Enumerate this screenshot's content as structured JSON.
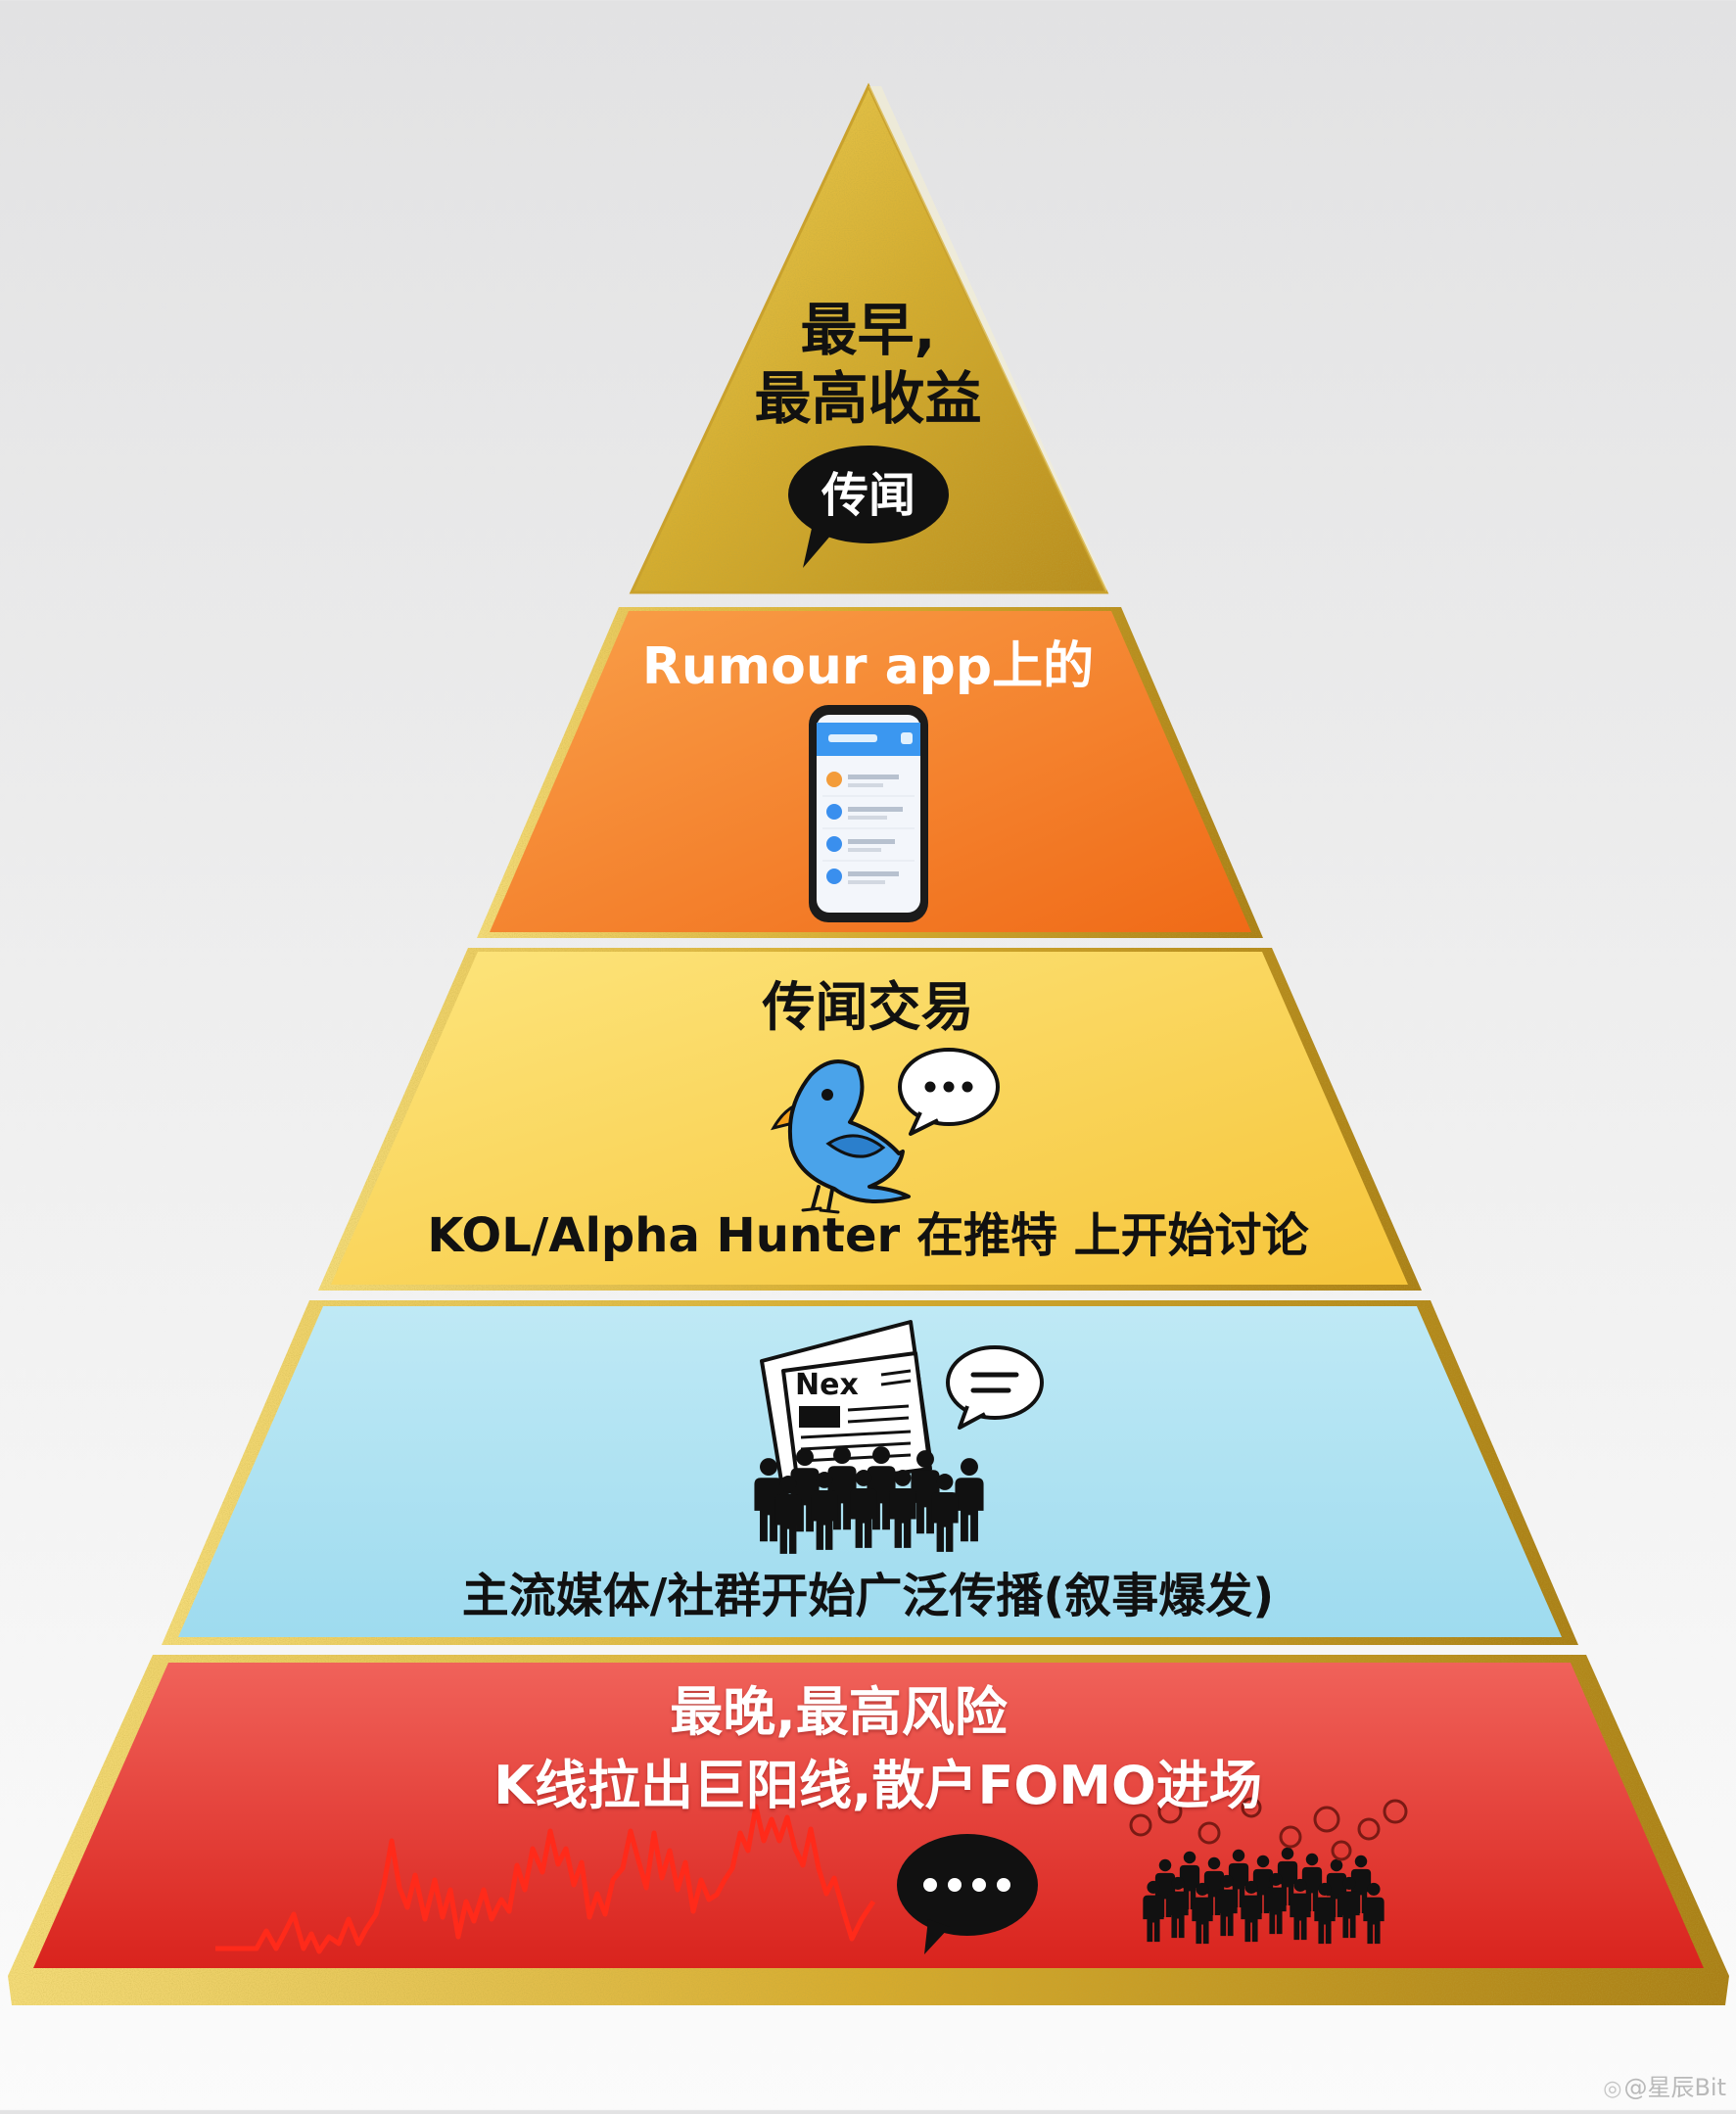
{
  "tiers": [
    {
      "level": 1,
      "color": "#d9b43a",
      "lines": [
        "最早,",
        "最高收益"
      ],
      "bubble": "传闻"
    },
    {
      "level": 2,
      "color": "#f57f2a",
      "title": "Rumour app上的"
    },
    {
      "level": 3,
      "color": "#f9d64a",
      "title": "传闻交易",
      "caption": "KOL/Alpha Hunter 在推特 上开始讨论"
    },
    {
      "level": 4,
      "color": "#a8e0f0",
      "caption": "主流媒体/社群开始广泛传播(叙事爆发)",
      "newspaper_text": "Nex"
    },
    {
      "level": 5,
      "color": "#e53a32",
      "lines": [
        "最晚,最高风险",
        "K线拉出巨阳线,散户FOMO进场"
      ]
    }
  ],
  "icons": {
    "tier1": "speech-bubble-icon",
    "tier2": "smartphone-icon",
    "tier3": [
      "bird-icon",
      "speech-bubble-icon"
    ],
    "tier4": [
      "newspaper-icon",
      "speech-bubble-icon",
      "crowd-icon"
    ],
    "tier5": [
      "price-chart-icon",
      "speech-bubble-icon",
      "crowd-icon"
    ]
  },
  "watermark": "@星辰Bit"
}
